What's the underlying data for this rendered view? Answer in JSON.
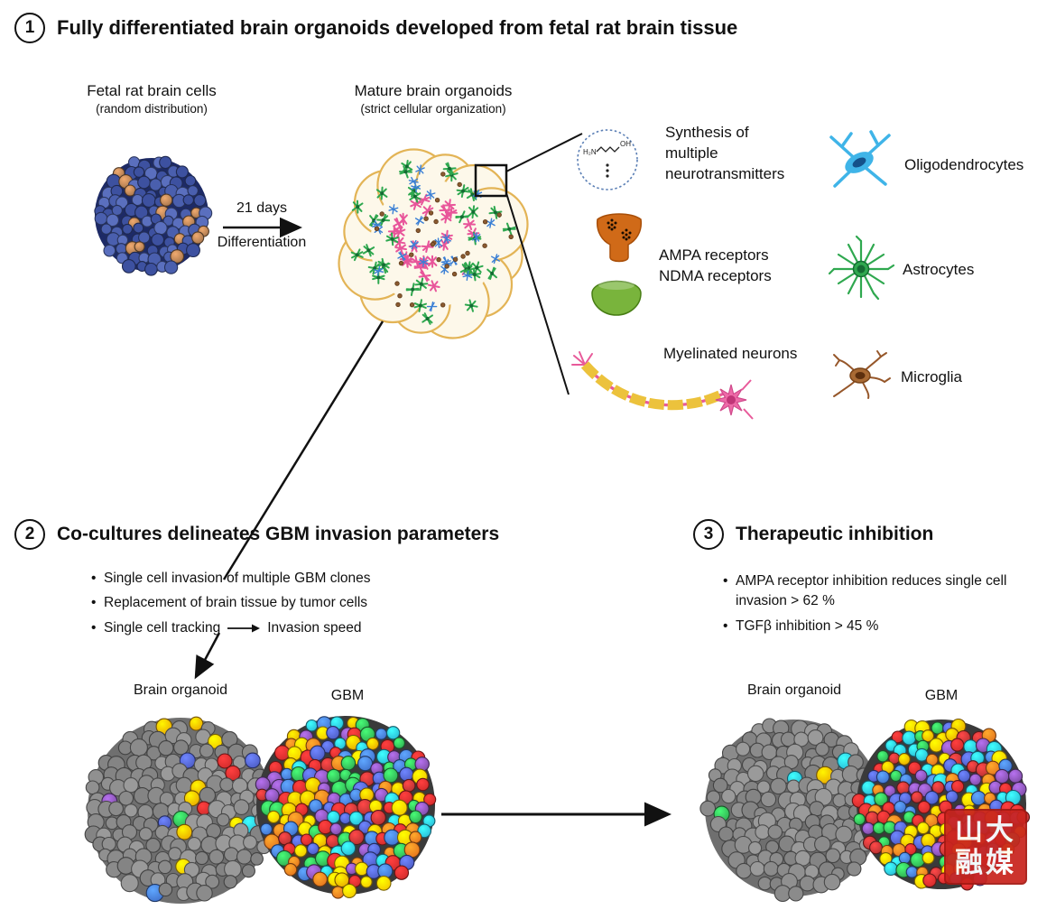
{
  "sections": {
    "s1": {
      "number": "1",
      "title": "Fully differentiated brain organoids developed from fetal rat brain tissue"
    },
    "s2": {
      "number": "2",
      "title": "Co-cultures delineates GBM invasion parameters",
      "bullet1": "Single cell invasion of multiple GBM clones",
      "bullet2": "Replacement of brain tissue by tumor cells",
      "bullet3_pre": "Single cell tracking",
      "bullet3_post": "Invasion speed",
      "organoid_label": "Brain organoid",
      "gbm_label": "GBM"
    },
    "s3": {
      "number": "3",
      "title": "Therapeutic inhibition",
      "bullet1": "AMPA receptor inhibition reduces single cell invasion > 62 %",
      "bullet2": "TGFβ inhibition > 45 %",
      "organoid_label": "Brain organoid",
      "gbm_label": "GBM"
    }
  },
  "fetal": {
    "title": "Fetal rat brain cells",
    "subtitle": "(random distribution)"
  },
  "mature": {
    "title": "Mature brain organoids",
    "subtitle": "(strict cellular organization)"
  },
  "differentiation": {
    "line1": "21 days",
    "line2": "Differentiation"
  },
  "legend": {
    "neurotransmitters": "Synthesis of multiple neurotransmitters",
    "oligodendrocytes": "Oligodendrocytes",
    "ampa": "AMPA receptors",
    "ndma": "NDMA receptors",
    "astrocytes": "Astrocytes",
    "myelinated": "Myelinated neurons",
    "microglia": "Microglia",
    "molecule": {
      "h2n": "H₂N",
      "oh": "OH"
    }
  },
  "watermark": {
    "line1": "山大",
    "line2": "融媒"
  },
  "colors": {
    "watermark_red": "#c9241e",
    "gray_cells": [
      "#909090",
      "#9a9a9a",
      "#848484",
      "#8b8b8b"
    ],
    "gbm_cells": [
      "#cf2a2a",
      "#e8a400",
      "#3f6fc9",
      "#7a4ba0",
      "#e2711d",
      "#2fa84f",
      "#29b7d3",
      "#f2c400",
      "#b03030",
      "#4a59c0"
    ],
    "fetal_cells": [
      "#4a5fae",
      "#3d51a0",
      "#5a6fbe"
    ],
    "fetal_brown": "#a0714a"
  }
}
